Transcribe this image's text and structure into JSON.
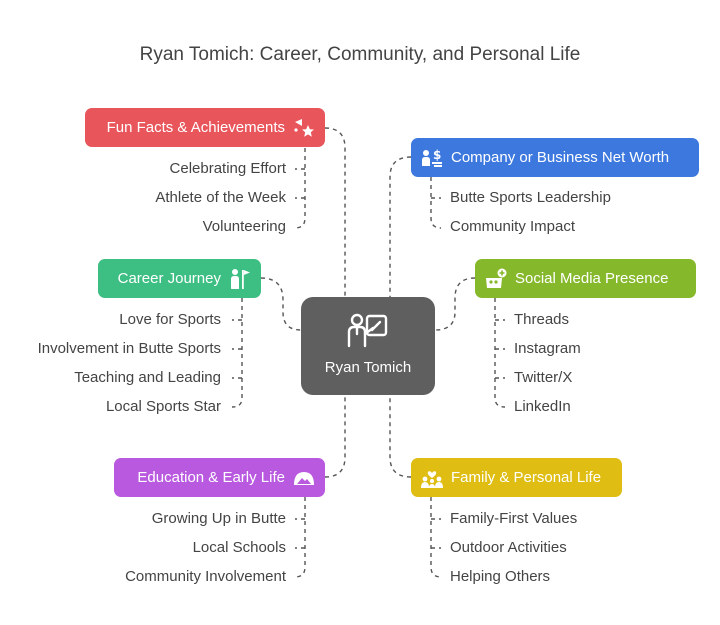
{
  "title": "Ryan Tomich: Career, Community, and Personal Life",
  "center": {
    "label": "Ryan Tomich",
    "icon": "presenter-icon",
    "color": "#5f5f5f"
  },
  "branches": [
    {
      "label": "Fun Facts & Achievements",
      "color": "#e8555b",
      "icon": "celebration-icon",
      "items": [
        "Celebrating Effort",
        "Athlete of the Week",
        "Volunteering"
      ]
    },
    {
      "label": "Career Journey",
      "color": "#3dbe83",
      "icon": "career-flag-icon",
      "items": [
        "Love for Sports",
        "Involvement in Butte Sports",
        "Teaching and Leading",
        "Local Sports Star"
      ]
    },
    {
      "label": "Education & Early Life",
      "color": "#b959e0",
      "icon": "mountain-icon",
      "items": [
        "Growing Up in Butte",
        "Local Schools",
        "Community Involvement"
      ]
    },
    {
      "label": "Company or Business Net Worth",
      "color": "#3d78de",
      "icon": "business-worth-icon",
      "items": [
        "Butte Sports Leadership",
        "Community Impact"
      ]
    },
    {
      "label": "Social Media Presence",
      "color": "#86b82c",
      "icon": "social-media-icon",
      "items": [
        "Threads",
        "Instagram",
        "Twitter/X",
        "LinkedIn"
      ]
    },
    {
      "label": "Family & Personal Life",
      "color": "#dfbd12",
      "icon": "family-icon",
      "items": [
        "Family-First Values",
        "Outdoor Activities",
        "Helping Others"
      ]
    }
  ]
}
